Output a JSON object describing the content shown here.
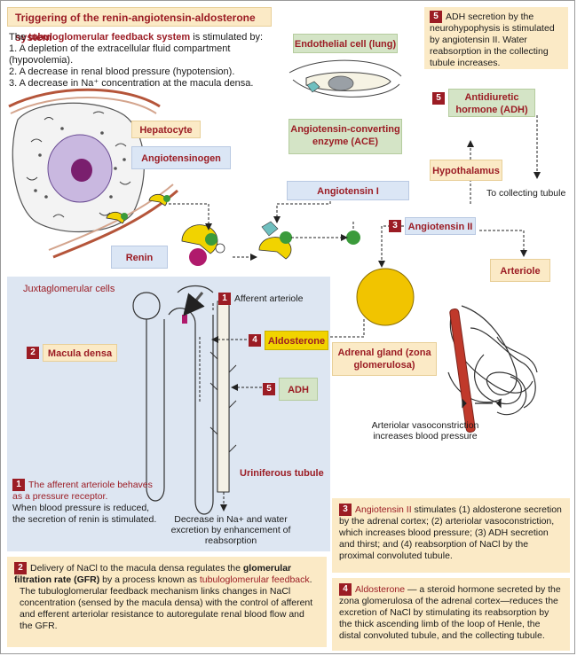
{
  "title": "Triggering of the renin-angiotensin-aldosterone system",
  "intro": {
    "lead_pre": "The ",
    "lead_highlight": "tubuloglomerular feedback system",
    "lead_post": " is stimulated by:",
    "items": [
      "1. A depletion of the extracellular fluid compartment (hypovolemia).",
      "2. A decrease in renal blood pressure (hypotension).",
      "3. A decrease in Na⁺ concentration at the macula densa."
    ]
  },
  "note5": {
    "number": "5",
    "text": "ADH secretion by the neurohypophysis is stimulated by angiotensin II. Water reabsorption in the collecting tubule increases."
  },
  "labels": {
    "endothelial": "Endothelial cell (lung)",
    "ace": "Angiotensin-converting enzyme (ACE)",
    "hepatocyte": "Hepatocyte",
    "angiotensinogen": "Angiotensinogen",
    "angiotensin_i": "Angiotensin I",
    "angiotensin_ii": "Angiotensin II",
    "renin": "Renin",
    "adh_hormone": "Antidiuretic hormone (ADH)",
    "hypothalamus": "Hypothalamus",
    "to_collecting": "To collecting tubule",
    "arteriole": "Arteriole",
    "adrenal": "Adrenal gland (zona glomerulosa)",
    "juxta": "Juxtaglomerular cells",
    "afferent": "Afferent arteriole",
    "macula": "Macula densa",
    "aldosterone": "Aldosterone",
    "adh": "ADH",
    "uriniferous": "Uriniferous tubule",
    "vasoconstriction": "Arteriolar vasoconstriction increases blood pressure",
    "decrease_na": "Decrease in Na+ and water excretion by enhancement of reabsorption"
  },
  "numbers": {
    "n1": "1",
    "n2": "2",
    "n3": "3",
    "n4": "4",
    "n5": "5"
  },
  "note1": {
    "number": "1",
    "highlight": "The afferent arteriole behaves as a pressure receptor.",
    "text": "When blood pressure is reduced, the secretion of renin is stimulated."
  },
  "note2": {
    "number": "2",
    "p1_pre": "Delivery of NaCl to the macula densa regulates the ",
    "p1_bold": "glomerular filtration rate (GFR)",
    "p1_mid": " by a process known as ",
    "p1_highlight": "tubuloglomerular feedback",
    "p1_end": ".",
    "p2": "The tubuloglomerular feedback mechanism links changes in NaCl concentration (sensed by the macula densa) with the control of afferent and efferent arteriolar resistance to autoregulate renal blood flow and the GFR."
  },
  "note3": {
    "number": "3",
    "highlight": "Angiotensin II",
    "text": " stimulates (1) aldosterone secretion by the adrenal cortex; (2) arteriolar vasoconstriction, which increases blood pressure; (3) ADH secretion and thirst; and (4) reabsorption of NaCl by the proximal convoluted tubule."
  },
  "note4": {
    "number": "4",
    "highlight": "Aldosterone",
    "text": " — a steroid hormone secreted by the zona glomerulosa of the adrenal cortex—reduces the excretion of NaCl by stimulating its reabsorption by the thick ascending limb of the loop of Henle, the distal convoluted tubule, and the collecting tubule."
  },
  "colors": {
    "accent_red": "#9b1c24",
    "yellow_box": "#fbeac6",
    "blue_box": "#dbe6f5",
    "green_box": "#d4e4c6",
    "gold": "#f1d300",
    "panel": "#dde6f2"
  }
}
